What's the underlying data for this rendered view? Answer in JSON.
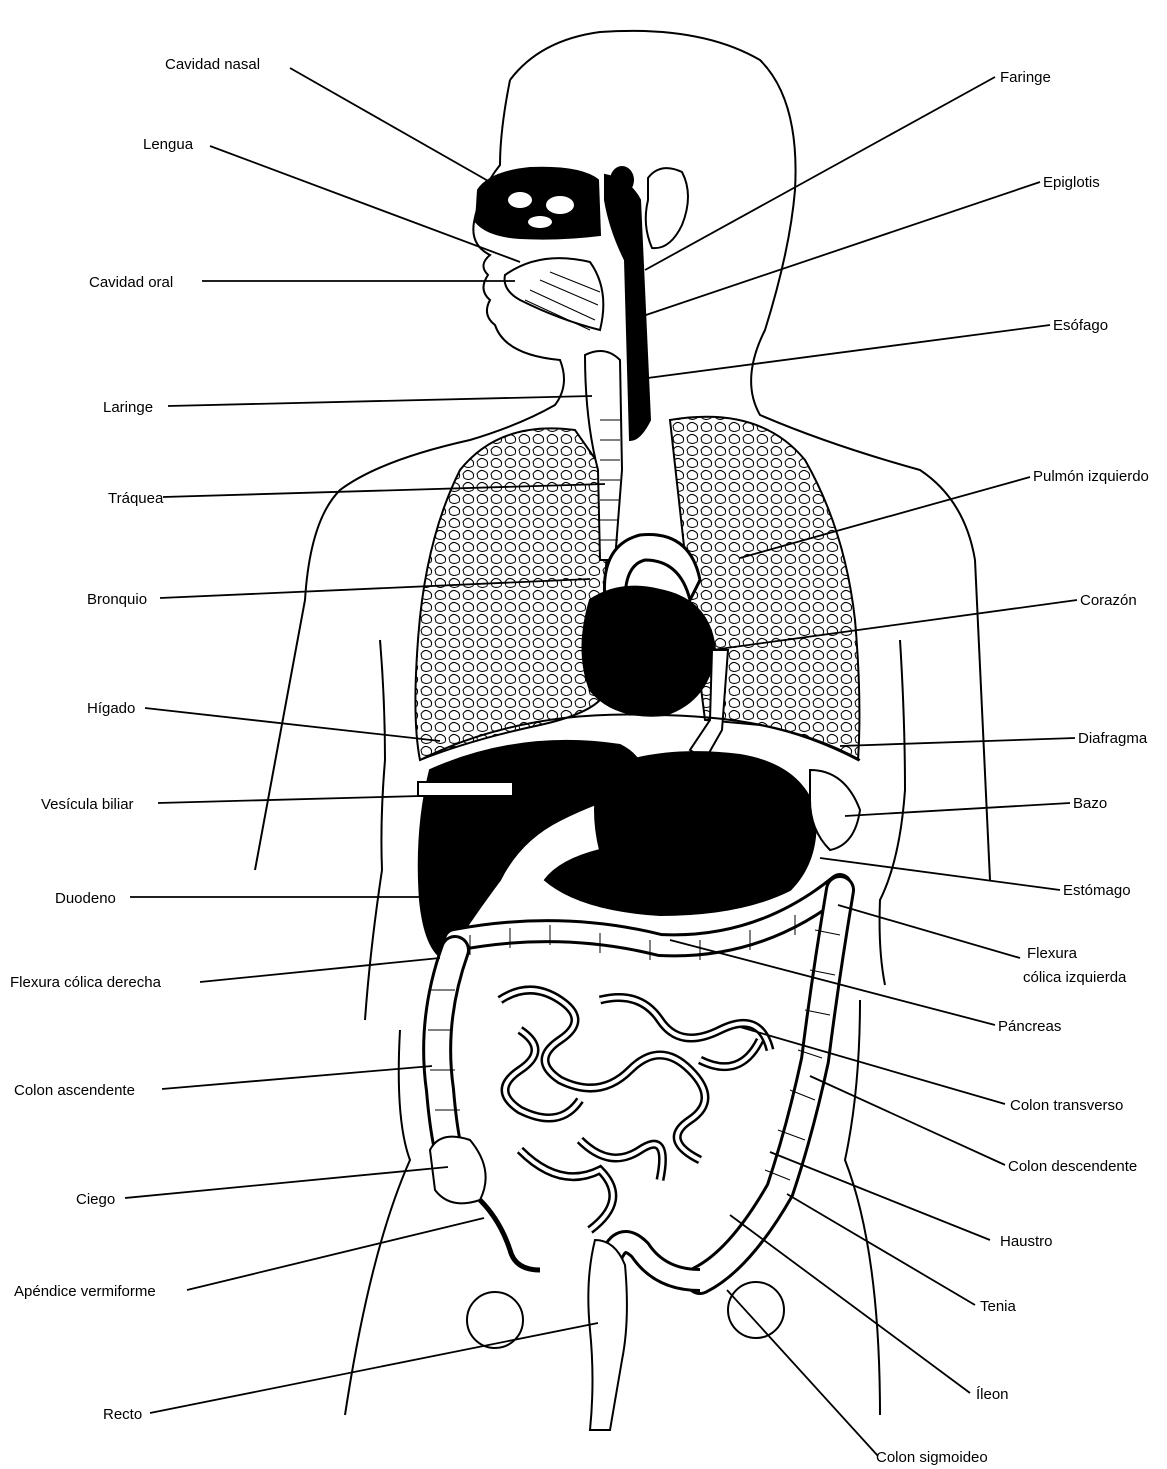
{
  "labels_left": {
    "cavidad_nasal": "Cavidad nasal",
    "lengua": "Lengua",
    "cavidad_oral": "Cavidad oral",
    "laringe": "Laringe",
    "traquea": "Tráquea",
    "bronquio": "Bronquio",
    "higado": "Hígado",
    "vesicula_biliar": "Vesícula biliar",
    "duodeno": "Duodeno",
    "flexura_colica_derecha": "Flexura cólica derecha",
    "colon_ascendente": "Colon ascendente",
    "ciego": "Ciego",
    "apendice_vermiforme": "Apéndice vermiforme",
    "recto": "Recto"
  },
  "labels_right": {
    "faringe": "Faringe",
    "epiglotis": "Epiglotis",
    "esofago": "Esófago",
    "pulmon_izquierdo": "Pulmón izquierdo",
    "corazon": "Corazón",
    "diafragma": "Diafragma",
    "bazo": "Bazo",
    "estomago": "Estómago",
    "flexura_colica_izquierda_1": "Flexura",
    "flexura_colica_izquierda_2": "cólica izquierda",
    "pancreas": "Páncreas",
    "colon_transverso": "Colon transverso",
    "colon_descendente": "Colon descendente",
    "haustro": "Haustro",
    "tenia": "Tenia",
    "ileon": "Íleon",
    "colon_sigmoideo": "Colon sigmoideo"
  },
  "colors": {
    "ink": "#000000",
    "background": "#ffffff"
  }
}
